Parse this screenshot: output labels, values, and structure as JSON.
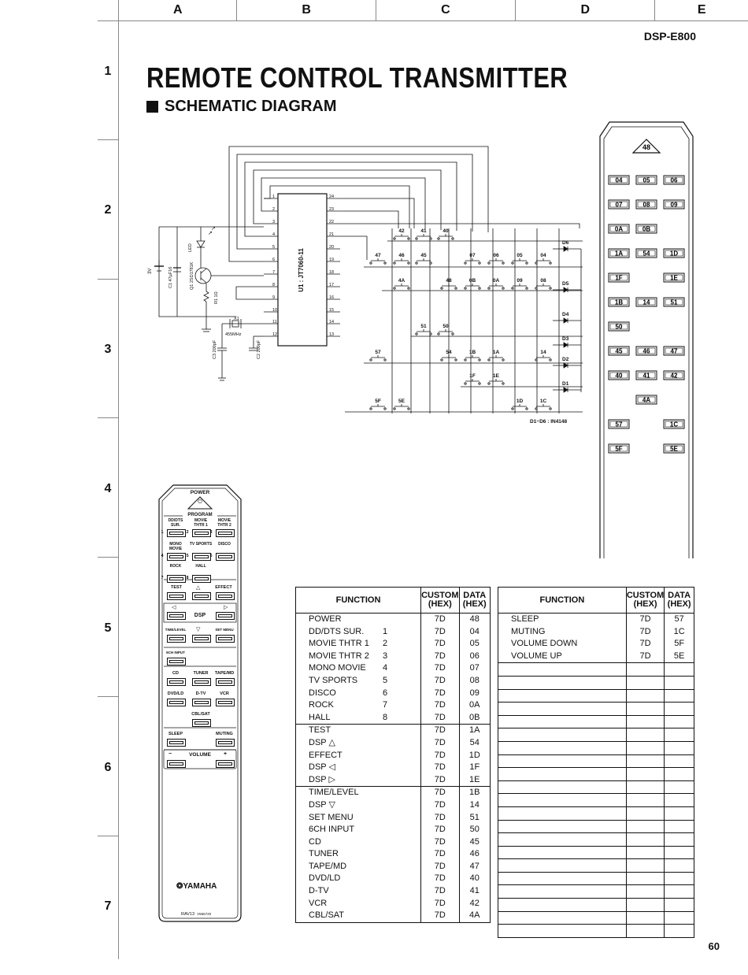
{
  "header": {
    "columns": [
      "A",
      "B",
      "C",
      "D",
      "E"
    ],
    "rows": [
      "1",
      "2",
      "3",
      "4",
      "5",
      "6",
      "7"
    ],
    "model": "DSP-E800",
    "page_number": "60"
  },
  "title": "REMOTE CONTROL TRANSMITTER",
  "subtitle": "SCHEMATIC DIAGRAM",
  "schematic": {
    "ic_label": "U1 : JT7060-11",
    "left_pins": [
      "1",
      "2",
      "3",
      "4",
      "5",
      "6",
      "7",
      "8",
      "9",
      "10",
      "11",
      "12"
    ],
    "right_pins": [
      "24",
      "23",
      "22",
      "21",
      "20",
      "19",
      "18",
      "17",
      "16",
      "15",
      "14",
      "13"
    ],
    "battery": "3V",
    "capacitor_c1": "C1 47µF16",
    "led": "LED",
    "transistor": "Q1 2SD1781K",
    "resistor": "R1 1Ω",
    "crystal": "X1",
    "crystal_freq": "455MHz",
    "c3": "C3 200pF",
    "c2": "C2 200pF",
    "diodes": [
      "D6",
      "D5",
      "D4",
      "D3",
      "D2",
      "D1"
    ],
    "diode_note": "D1~D6 : IN4148",
    "switch_rows": [
      [
        "42",
        "41",
        "40"
      ],
      [
        "47",
        "46",
        "45",
        "07",
        "06",
        "05",
        "04"
      ],
      [
        "4A",
        "48",
        "0B",
        "0A",
        "09",
        "08"
      ],
      [
        "51",
        "50"
      ],
      [
        "57",
        "54",
        "1B",
        "1A",
        "14"
      ],
      [
        "1F",
        "1E"
      ],
      [
        "5F",
        "5E",
        "1D",
        "1C"
      ]
    ]
  },
  "keypad_layout": {
    "top": "48",
    "rows": [
      [
        "04",
        "05",
        "06"
      ],
      [
        "07",
        "08",
        "09"
      ],
      [
        "0A",
        "0B",
        ""
      ],
      [
        "1A",
        "54",
        "1D"
      ],
      [
        "1F",
        "",
        "1E"
      ],
      [
        "1B",
        "14",
        "51"
      ],
      [
        "50",
        "",
        ""
      ],
      [
        "45",
        "46",
        "47"
      ],
      [
        "40",
        "41",
        "42"
      ],
      [
        "",
        "4A",
        ""
      ],
      [
        "57",
        "",
        "1C"
      ],
      [
        "5F",
        "",
        "5E"
      ]
    ]
  },
  "remote": {
    "power": "POWER",
    "program": "PROGRAM",
    "prog_buttons": [
      {
        "num": "1",
        "label": "DD/DTS SUR."
      },
      {
        "num": "2",
        "label": "MOVIE THTR 1"
      },
      {
        "num": "3",
        "label": "MOVIE THTR 2"
      },
      {
        "num": "4",
        "label": "MONO MOVIE"
      },
      {
        "num": "5",
        "label": "TV SPORTS"
      },
      {
        "num": "6",
        "label": "DISCO"
      },
      {
        "num": "7",
        "label": "ROCK"
      },
      {
        "num": "8",
        "label": "HALL"
      }
    ],
    "test": "TEST",
    "effect": "EFFECT",
    "dsp": "DSP",
    "time_level": "TIME/LEVEL",
    "set_menu": "SET MENU",
    "input_6ch": "6CH INPUT",
    "sources": [
      "CD",
      "TUNER",
      "TAPE/MD",
      "DVD/LD",
      "D-TV",
      "VCR",
      "CBL/SAT"
    ],
    "sleep": "SLEEP",
    "muting": "MUTING",
    "volume": "VOLUME",
    "vol_minus": "−",
    "vol_plus": "+",
    "brand": "YAMAHA",
    "model": "RAV13",
    "part": "V566720"
  },
  "table_left": {
    "headers": [
      "FUNCTION",
      "CUSTOM (HEX)",
      "DATA (HEX)"
    ],
    "rows": [
      {
        "fn": "POWER",
        "num": "",
        "custom": "7D",
        "data": "48"
      },
      {
        "fn": "DD/DTS SUR.",
        "num": "1",
        "custom": "7D",
        "data": "04"
      },
      {
        "fn": "MOVIE THTR 1",
        "num": "2",
        "custom": "7D",
        "data": "05"
      },
      {
        "fn": "MOVIE THTR 2",
        "num": "3",
        "custom": "7D",
        "data": "06"
      },
      {
        "fn": "MONO MOVIE",
        "num": "4",
        "custom": "7D",
        "data": "07"
      },
      {
        "fn": "TV SPORTS",
        "num": "5",
        "custom": "7D",
        "data": "08"
      },
      {
        "fn": "DISCO",
        "num": "6",
        "custom": "7D",
        "data": "09"
      },
      {
        "fn": "ROCK",
        "num": "7",
        "custom": "7D",
        "data": "0A"
      },
      {
        "fn": "HALL",
        "num": "8",
        "custom": "7D",
        "data": "0B"
      },
      {
        "fn": "TEST",
        "num": "",
        "custom": "7D",
        "data": "1A"
      },
      {
        "fn": "DSP △",
        "num": "",
        "custom": "7D",
        "data": "54"
      },
      {
        "fn": "EFFECT",
        "num": "",
        "custom": "7D",
        "data": "1D"
      },
      {
        "fn": "DSP ◁",
        "num": "",
        "custom": "7D",
        "data": "1F"
      },
      {
        "fn": "DSP ▷",
        "num": "",
        "custom": "7D",
        "data": "1E"
      },
      {
        "fn": "TIME/LEVEL",
        "num": "",
        "custom": "7D",
        "data": "1B"
      },
      {
        "fn": "DSP ▽",
        "num": "",
        "custom": "7D",
        "data": "14"
      },
      {
        "fn": "SET MENU",
        "num": "",
        "custom": "7D",
        "data": "51"
      },
      {
        "fn": "6CH INPUT",
        "num": "",
        "custom": "7D",
        "data": "50"
      },
      {
        "fn": "CD",
        "num": "",
        "custom": "7D",
        "data": "45"
      },
      {
        "fn": "TUNER",
        "num": "",
        "custom": "7D",
        "data": "46"
      },
      {
        "fn": "TAPE/MD",
        "num": "",
        "custom": "7D",
        "data": "47"
      },
      {
        "fn": "DVD/LD",
        "num": "",
        "custom": "7D",
        "data": "40"
      },
      {
        "fn": "D-TV",
        "num": "",
        "custom": "7D",
        "data": "41"
      },
      {
        "fn": "VCR",
        "num": "",
        "custom": "7D",
        "data": "42"
      },
      {
        "fn": "CBL/SAT",
        "num": "",
        "custom": "7D",
        "data": "4A"
      }
    ]
  },
  "table_right": {
    "headers": [
      "FUNCTION",
      "CUSTOM (HEX)",
      "DATA (HEX)"
    ],
    "rows": [
      {
        "fn": "SLEEP",
        "custom": "7D",
        "data": "57"
      },
      {
        "fn": "MUTING",
        "custom": "7D",
        "data": "1C"
      },
      {
        "fn": "VOLUME DOWN",
        "custom": "7D",
        "data": "5F"
      },
      {
        "fn": "VOLUME UP",
        "custom": "7D",
        "data": "5E"
      }
    ]
  }
}
